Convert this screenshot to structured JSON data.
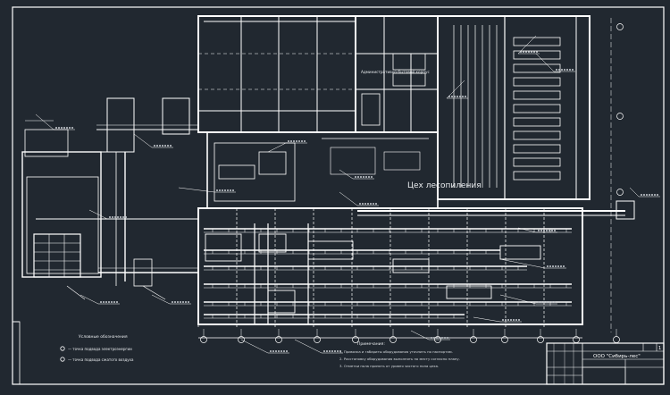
{
  "colors": {
    "background": "#212830",
    "line": "#ffffff",
    "line_dim": "#c9cdd2"
  },
  "drawing": {
    "workshop_label": "Цех   лесопиления",
    "admin_label": "Административно-бытовой корпус",
    "company_name": "ООО \"Сибирь-лес\"",
    "legend_title": "Условные обозначения",
    "legend_items": [
      "— точка подвода электроэнергии",
      "— точка подвода сжатого воздуха"
    ],
    "notes_title": "Примечания:",
    "notes": [
      "1. Привязка и габариты оборудования уточнить по паспортам.",
      "2. Расстановку оборудования выполнять по месту согласно плану.",
      "3. Отметки пола принять от уровня чистого пола цеха."
    ],
    "sheet_number": "1"
  }
}
